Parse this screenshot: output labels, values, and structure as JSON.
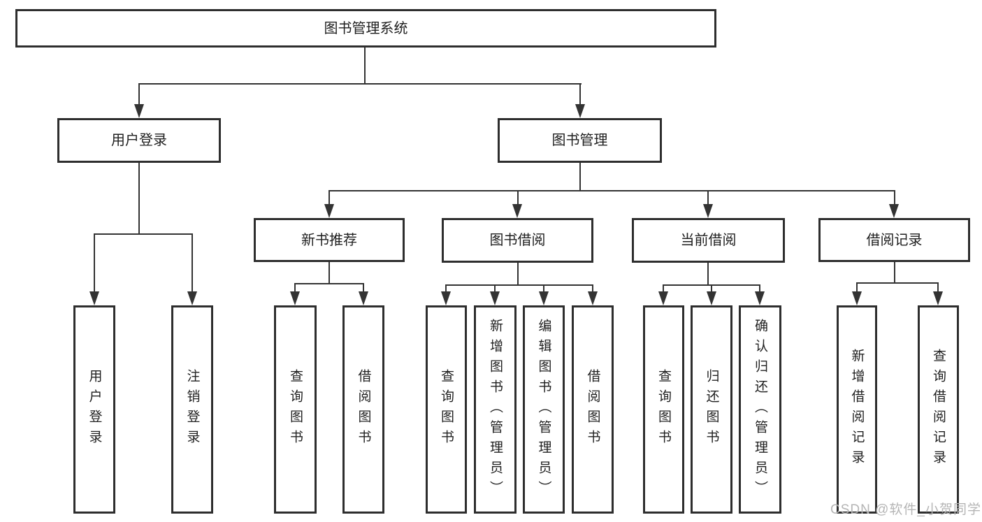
{
  "diagram": {
    "root": {
      "label": "图书管理系统"
    },
    "level1": [
      {
        "id": "user-login",
        "label": "用户登录"
      },
      {
        "id": "book-management",
        "label": "图书管理"
      }
    ],
    "level2": [
      {
        "id": "new-book-recommendation",
        "label": "新书推荐",
        "parent": "book-management"
      },
      {
        "id": "book-borrowing",
        "label": "图书借阅",
        "parent": "book-management"
      },
      {
        "id": "current-borrowing",
        "label": "当前借阅",
        "parent": "book-management"
      },
      {
        "id": "borrowing-records",
        "label": "借阅记录",
        "parent": "book-management"
      }
    ],
    "leaves": [
      {
        "label": "用户登录",
        "parent": "user-login"
      },
      {
        "label": "注销登录",
        "parent": "user-login"
      },
      {
        "label": "查询图书",
        "parent": "new-book-recommendation"
      },
      {
        "label": "借阅图书",
        "parent": "new-book-recommendation"
      },
      {
        "label": "查询图书",
        "parent": "book-borrowing"
      },
      {
        "label": "新增图书（管理员）",
        "parent": "book-borrowing"
      },
      {
        "label": "编辑图书（管理员）",
        "parent": "book-borrowing"
      },
      {
        "label": "借阅图书",
        "parent": "book-borrowing"
      },
      {
        "label": "查询图书",
        "parent": "current-borrowing"
      },
      {
        "label": "归还图书",
        "parent": "current-borrowing"
      },
      {
        "label": "确认归还（管理员）",
        "parent": "current-borrowing"
      },
      {
        "label": "新增借阅记录",
        "parent": "borrowing-records"
      },
      {
        "label": "查询借阅记录",
        "parent": "borrowing-records"
      }
    ]
  },
  "watermark": {
    "text": "CSDN @软件_小贺同学"
  },
  "colors": {
    "box_border": "#2e2e2e",
    "connector": "#333333",
    "text": "#1f1f1f",
    "watermark": "#b5b5b5",
    "background": "#ffffff"
  }
}
